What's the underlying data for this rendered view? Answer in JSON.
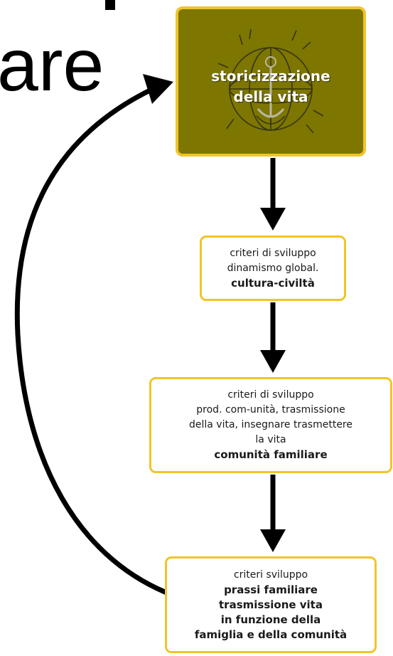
{
  "title_fragment": "are",
  "main_node": {
    "line1": "storicizzazione",
    "line2": "della vita"
  },
  "node1": {
    "line1": "criteri di sviluppo",
    "line2": "dinamismo global.",
    "bold1": "cultura-civiltà"
  },
  "node2": {
    "line1": "criteri di sviluppo",
    "line2": "prod. com-unità, trasmissione",
    "line3": "della vita, insegnare trasmettere",
    "line4": "la vita",
    "bold1": "comunità familiare"
  },
  "node3": {
    "line1": "criteri sviluppo",
    "bold1": "prassi familiare",
    "bold2": "trasmissione vita",
    "bold3": "in funzione della",
    "bold4": "famiglia e della comunità"
  },
  "colors": {
    "main_fill": "#7d7600",
    "border": "#f0c528",
    "arrow": "#000000"
  },
  "icons": [
    "globe-anchor-icon"
  ]
}
